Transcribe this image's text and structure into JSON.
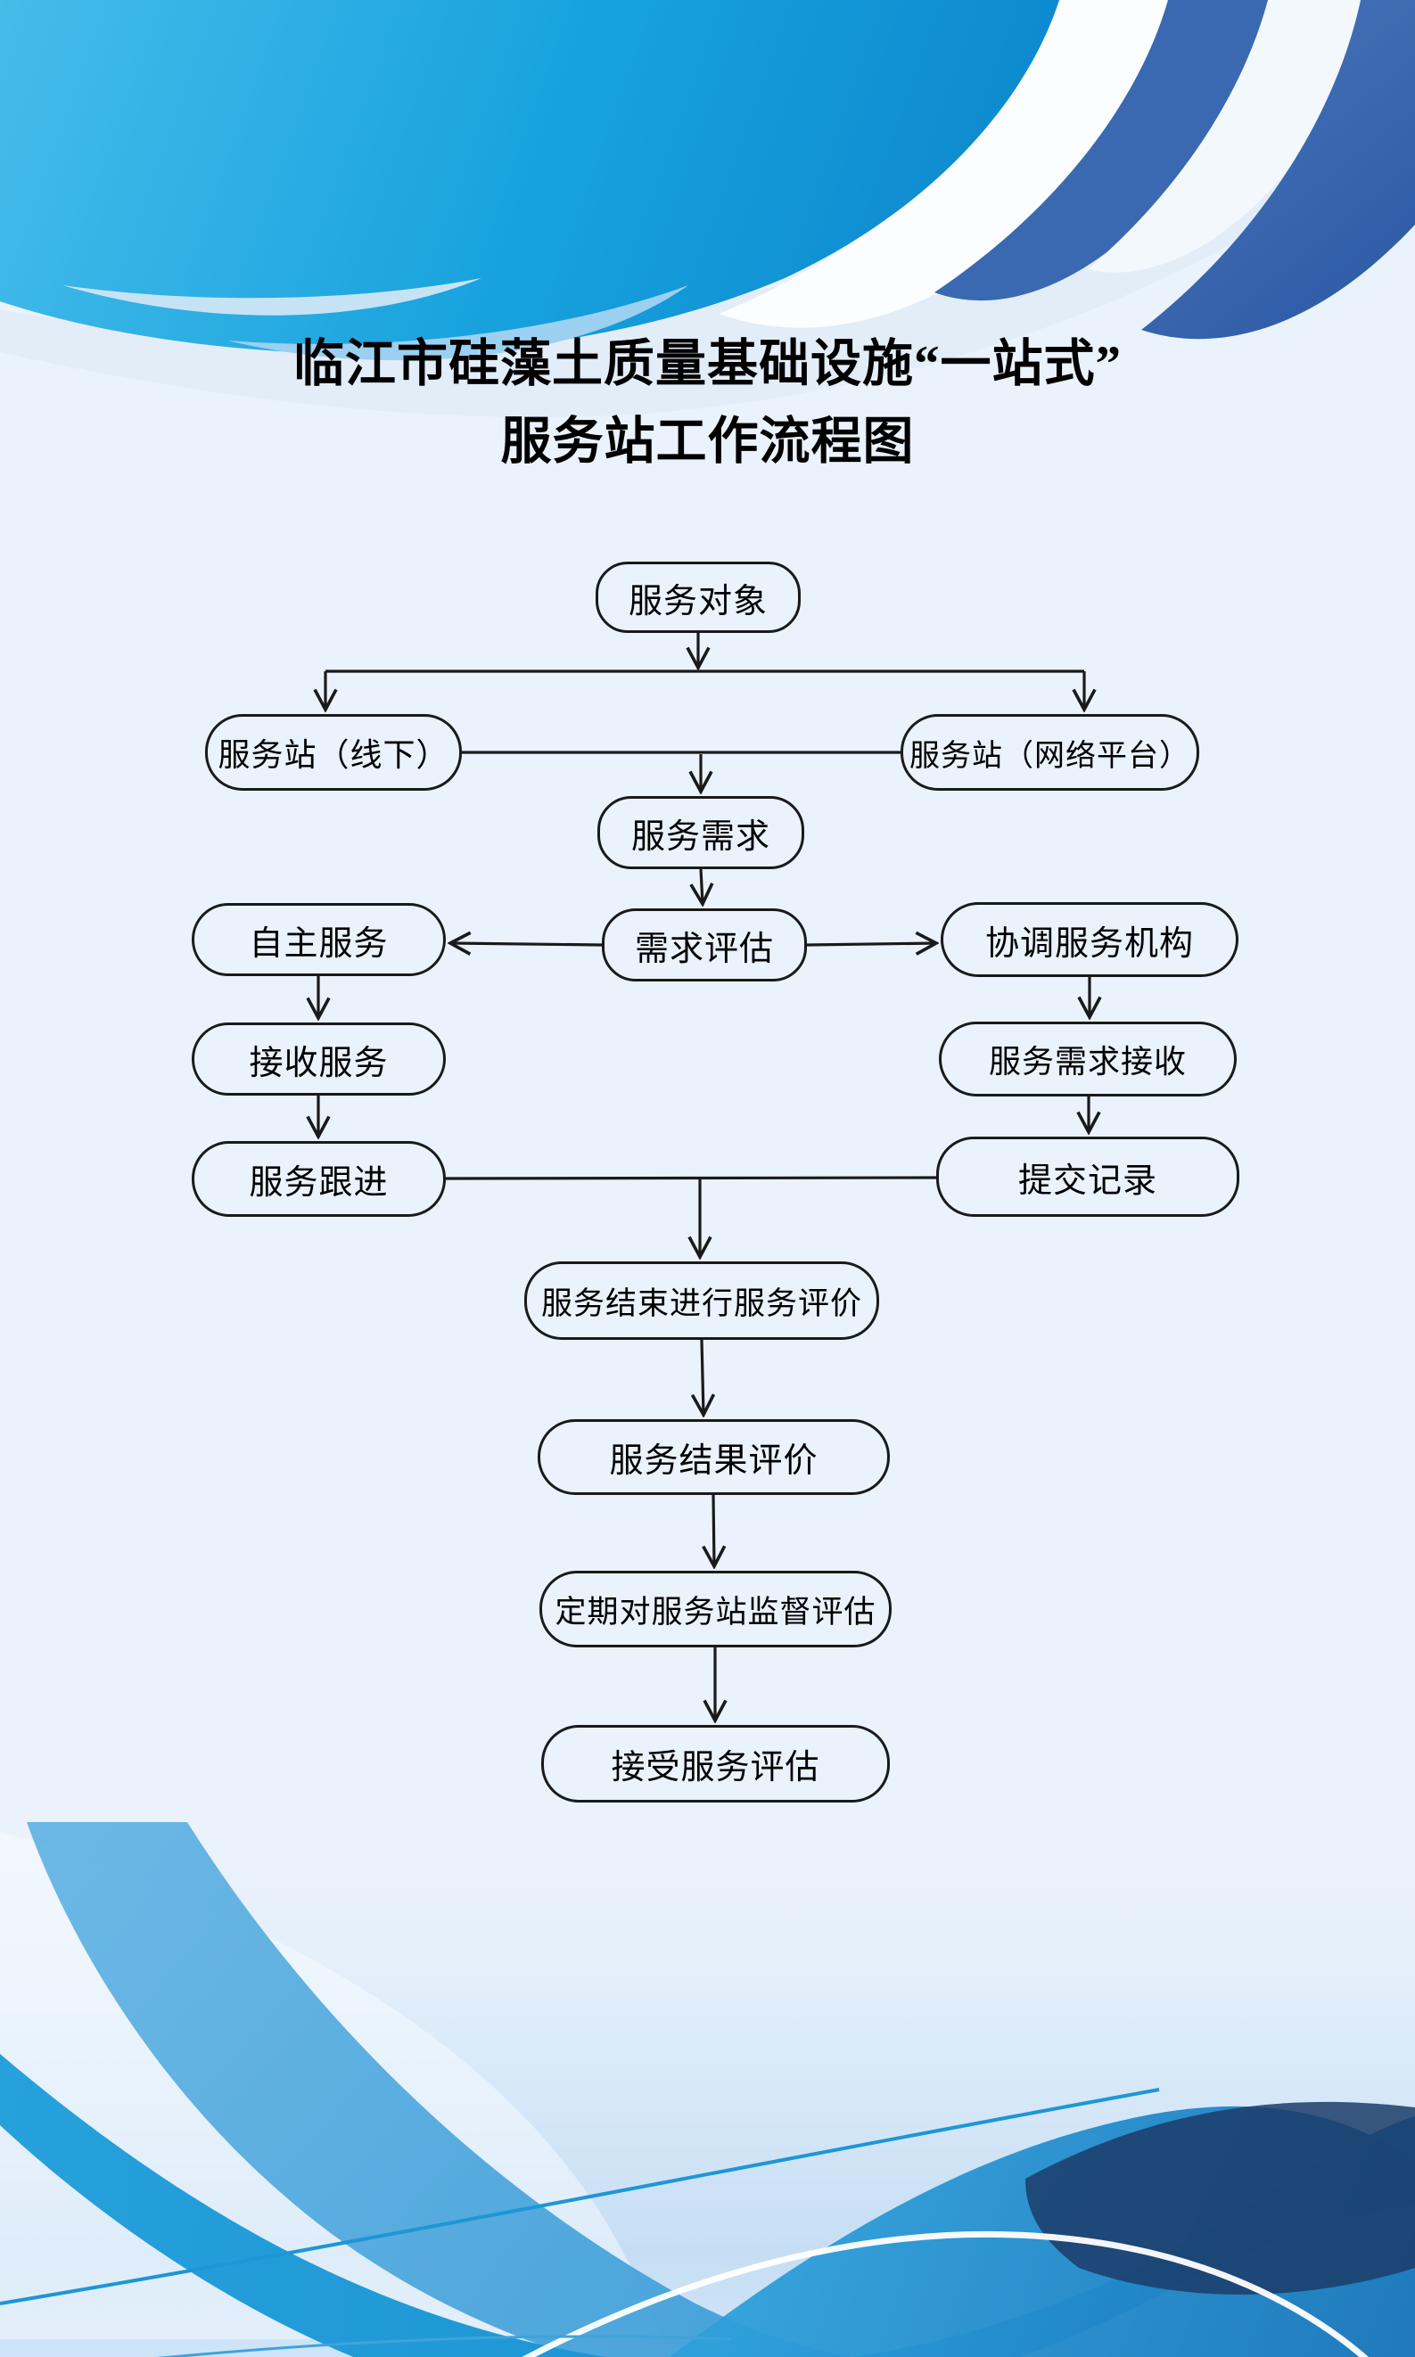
{
  "title": {
    "line1": "临江市硅藻土质量基础设施“一站式”",
    "line2": "服务站工作流程图"
  },
  "flowchart": {
    "nodes": [
      {
        "id": "service-object",
        "label": "服务对象"
      },
      {
        "id": "service-station-offline",
        "label": "服务站（线下）"
      },
      {
        "id": "service-station-online",
        "label": "服务站（网络平台）"
      },
      {
        "id": "service-demand",
        "label": "服务需求"
      },
      {
        "id": "demand-evaluation",
        "label": "需求评估"
      },
      {
        "id": "self-service",
        "label": "自主服务"
      },
      {
        "id": "coordinate-service-agency",
        "label": "协调服务机构"
      },
      {
        "id": "receive-service",
        "label": "接收服务"
      },
      {
        "id": "service-demand-receipt",
        "label": "服务需求接收"
      },
      {
        "id": "service-follow-up",
        "label": "服务跟进"
      },
      {
        "id": "submit-record",
        "label": "提交记录"
      },
      {
        "id": "service-end-evaluation",
        "label": "服务结束进行服务评价"
      },
      {
        "id": "service-result-evaluation",
        "label": "服务结果评价"
      },
      {
        "id": "periodic-supervision-evaluation",
        "label": "定期对服务站监督评估"
      },
      {
        "id": "accept-service-evaluation",
        "label": "接受服务评估"
      }
    ],
    "edges": [
      {
        "from": "service-object",
        "to": "service-station-offline"
      },
      {
        "from": "service-object",
        "to": "service-station-online"
      },
      {
        "from": "service-station-offline",
        "to": "service-demand"
      },
      {
        "from": "service-station-online",
        "to": "service-demand"
      },
      {
        "from": "service-demand",
        "to": "demand-evaluation"
      },
      {
        "from": "demand-evaluation",
        "to": "self-service"
      },
      {
        "from": "demand-evaluation",
        "to": "coordinate-service-agency"
      },
      {
        "from": "self-service",
        "to": "receive-service"
      },
      {
        "from": "coordinate-service-agency",
        "to": "service-demand-receipt"
      },
      {
        "from": "receive-service",
        "to": "service-follow-up"
      },
      {
        "from": "service-demand-receipt",
        "to": "submit-record"
      },
      {
        "from": "service-follow-up",
        "to": "service-end-evaluation"
      },
      {
        "from": "submit-record",
        "to": "service-end-evaluation"
      },
      {
        "from": "service-end-evaluation",
        "to": "service-result-evaluation"
      },
      {
        "from": "service-result-evaluation",
        "to": "periodic-supervision-evaluation"
      },
      {
        "from": "periodic-supervision-evaluation",
        "to": "accept-service-evaluation"
      }
    ]
  },
  "colors": {
    "page_background": "#EAF2FB",
    "node_border": "#1A1A1A",
    "node_text": "#000000",
    "connector": "#1A1A1A",
    "wave_cyan": "#17A2DD",
    "wave_dark_blue": "#3A69B1",
    "wave_navy": "#1B3C68",
    "wave_bright_blue": "#1E96D6",
    "wave_medium_blue": "#4FA8DD",
    "wave_light_blue": "#9BD0F0",
    "wave_white": "#FFFFFF"
  }
}
